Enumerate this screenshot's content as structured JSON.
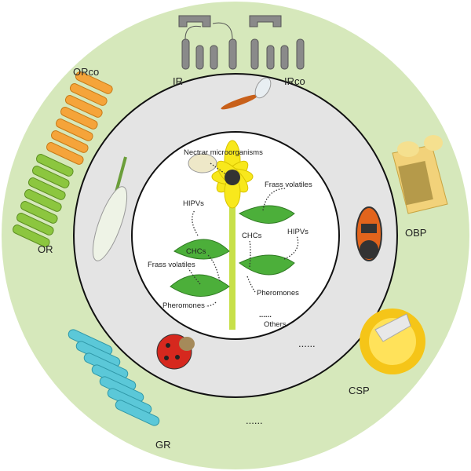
{
  "outer_ring": {
    "labels": {
      "orco": "ORco",
      "or": "OR",
      "gr": "GR",
      "ir": "IR",
      "irco": "IRco",
      "obp": "OBP",
      "csp": "CSP",
      "ellipsis": "......"
    },
    "color": "#d6e8bb"
  },
  "middle_ring": {
    "ellipsis": "......",
    "color": "#e4e4e4"
  },
  "inner_circle": {
    "labels": {
      "nectar": "Nectrar microorganisms",
      "frass_right": "Frass volatiles",
      "hipvs_left": "HIPVs",
      "chcs_right": "CHCs",
      "hipvs_right": "HIPVs",
      "chcs_left": "CHCs",
      "frass_left": "Frass volatiles",
      "pheromones_right": "Pheromones",
      "pheromones_left": "Pheromones",
      "others": "Others",
      "others_dots": "......"
    }
  },
  "colors": {
    "orco": "#f5a43a",
    "or": "#8cc63f",
    "gr": "#5bc8d8",
    "ir": "#8a8a8a",
    "obp": "#f2d27a",
    "csp": "#f5c518",
    "leaf": "#4caf3a",
    "flower": "#f8e81c"
  }
}
